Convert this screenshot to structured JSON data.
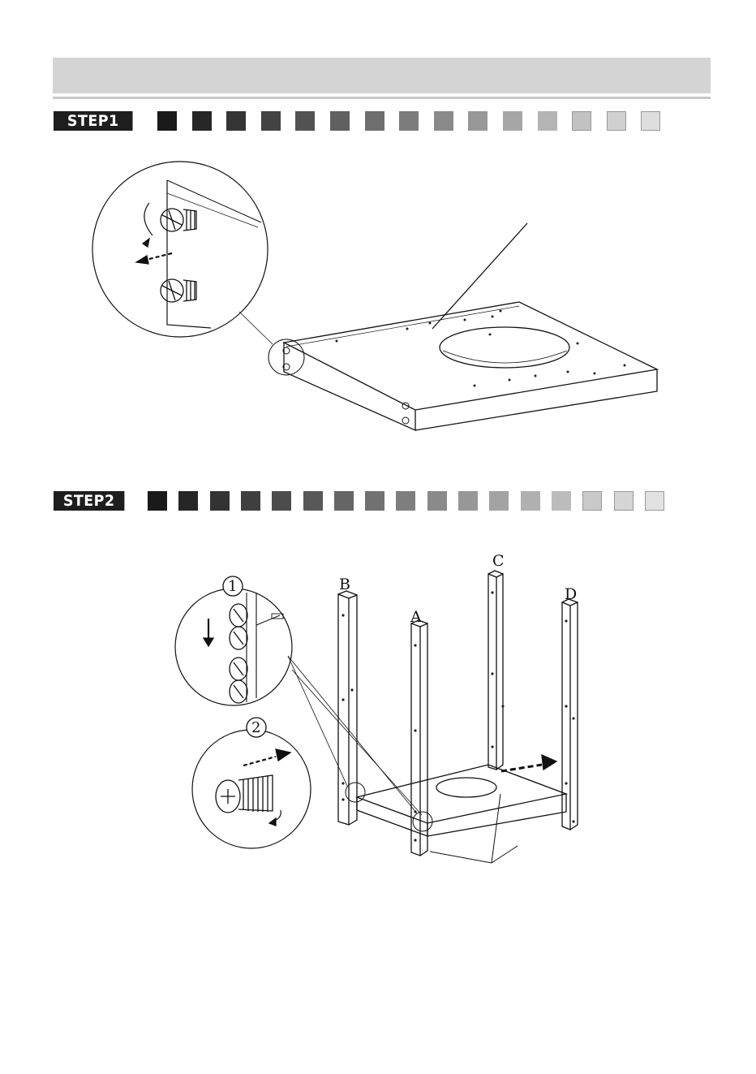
{
  "steps": [
    {
      "label": "STEP1"
    },
    {
      "label": "STEP2"
    }
  ],
  "gradient_swatches": {
    "step1": [
      "#1a1a1a",
      "#272727",
      "#353535",
      "#434343",
      "#525252",
      "#606060",
      "#6e6e6e",
      "#7c7c7c",
      "#8a8a8a",
      "#989898",
      "#a6a6a6",
      "#b4b4b4",
      "#c2c2c2",
      "#d0d0d0",
      "#dedede"
    ],
    "step2": [
      "#1a1a1a",
      "#262626",
      "#333333",
      "#3f3f3f",
      "#4c4c4c",
      "#585858",
      "#656565",
      "#717171",
      "#7e7e7e",
      "#8a8a8a",
      "#979797",
      "#a3a3a3",
      "#b0b0b0",
      "#bcbcbc",
      "#c9c9c9",
      "#d5d5d5",
      "#e2e2e2"
    ]
  },
  "legs": {
    "a": "A",
    "b": "B",
    "c": "C",
    "d": "D"
  },
  "detail_callouts": {
    "first": "1",
    "second": "2"
  }
}
